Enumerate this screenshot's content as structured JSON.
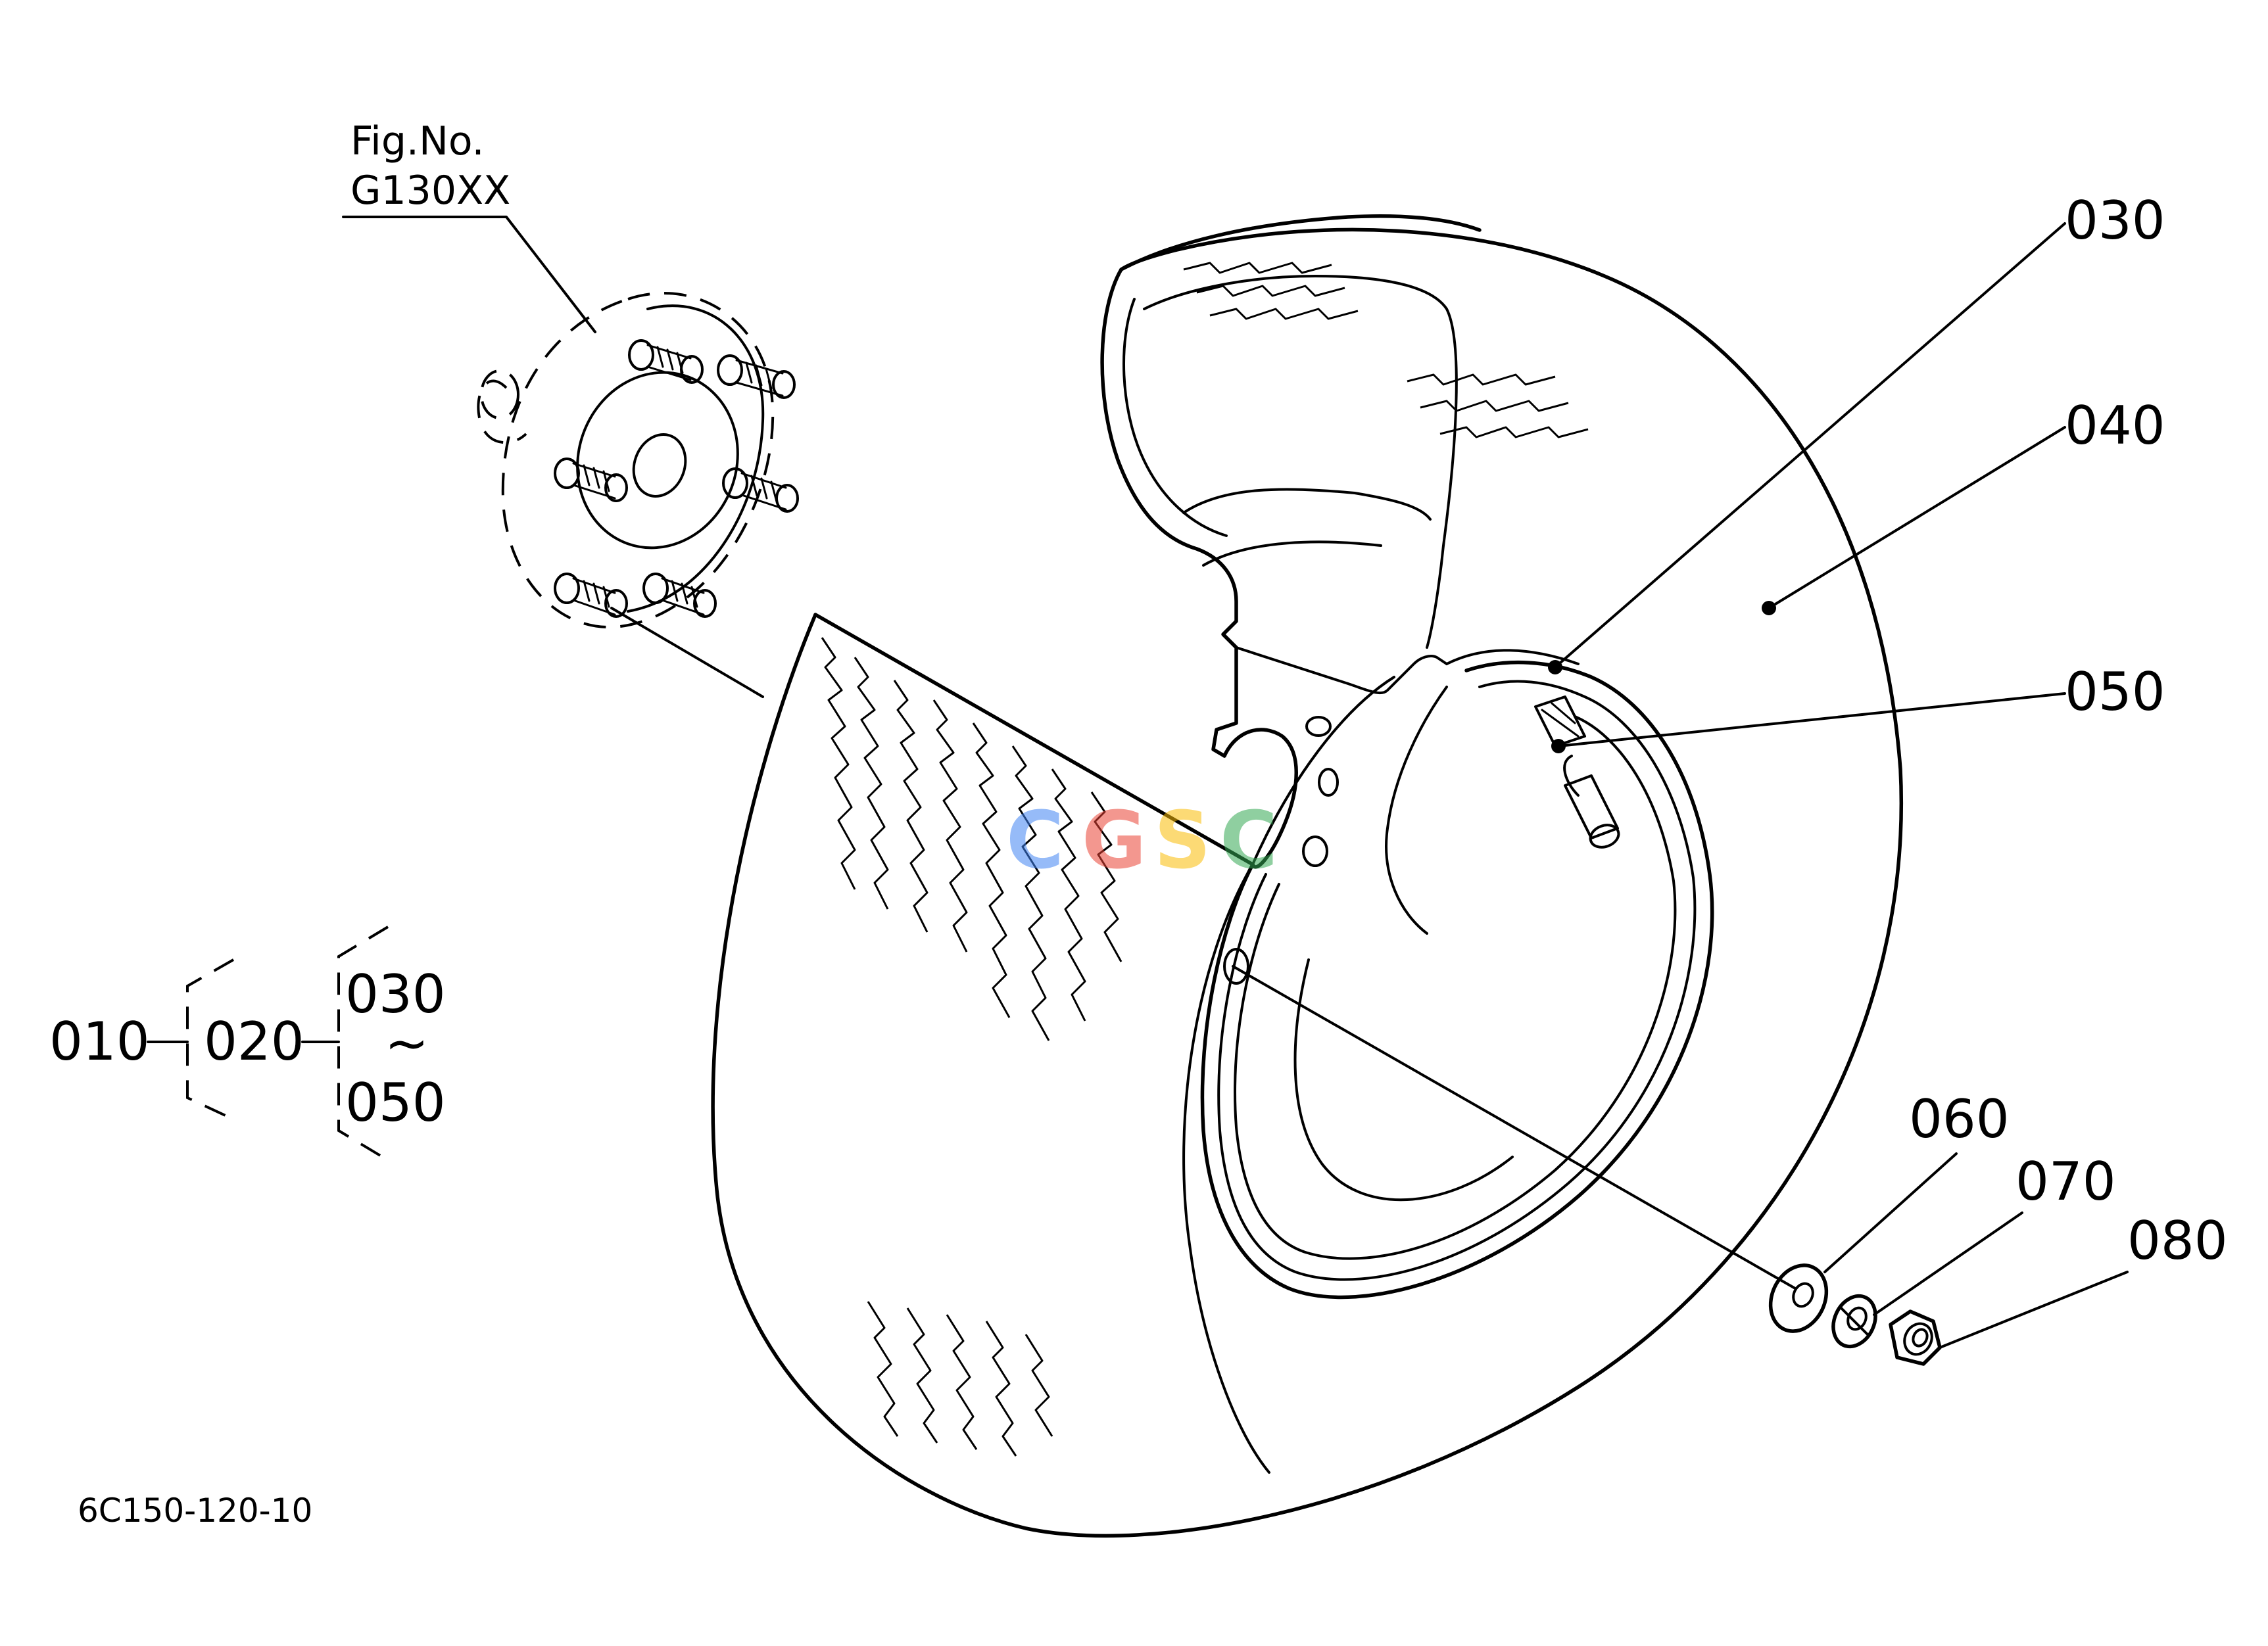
{
  "figure_ref": {
    "line1": "Fig.No.",
    "line2": "G130XX"
  },
  "callouts": {
    "p030": "030",
    "p040": "040",
    "p050": "050",
    "p060": "060",
    "p070": "070",
    "p080": "080"
  },
  "assembly_tree": {
    "root": "010",
    "sub": "020",
    "range_start": "030",
    "range_sep": "~",
    "range_end": "050"
  },
  "drawing_code": "6C150-120-10",
  "watermark": {
    "letters": [
      "C",
      "G",
      "S",
      "C"
    ],
    "colors": [
      "#4285f4",
      "#ea4335",
      "#fbbc05",
      "#34a853"
    ]
  }
}
